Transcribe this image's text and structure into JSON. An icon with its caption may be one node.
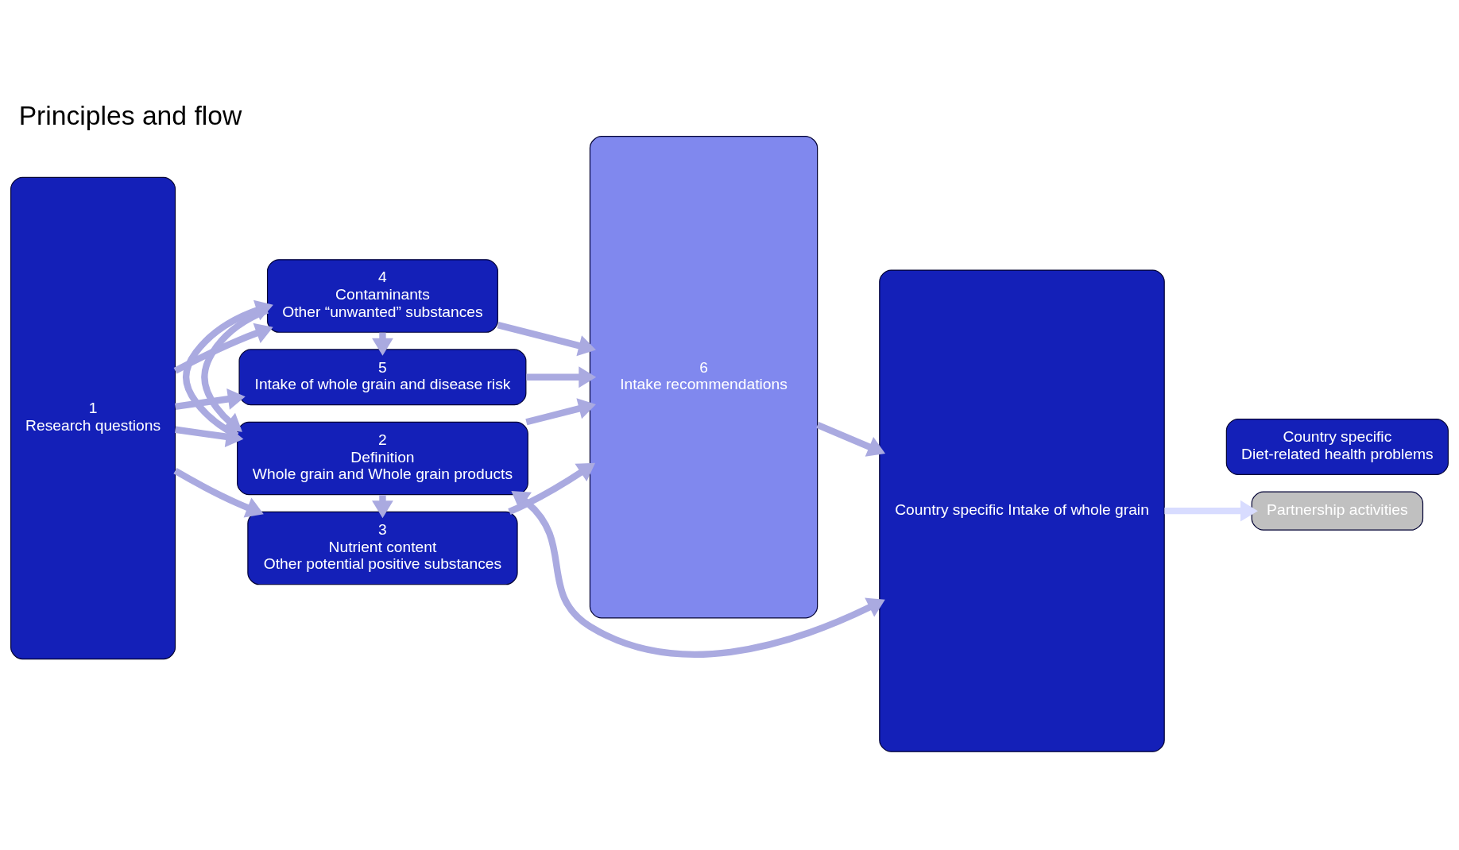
{
  "diagram": {
    "title": "Principles and flow",
    "nodes": [
      {
        "text": [
          "1",
          "Research questions"
        ]
      },
      {
        "text": [
          "2",
          "Definition",
          "Whole grain and Whole grain products"
        ]
      },
      {
        "text": [
          "3",
          "Nutrient content",
          "Other potential positive substances"
        ]
      },
      {
        "text": [
          "4",
          "Contaminants",
          "Other “unwanted” substances"
        ]
      },
      {
        "text": [
          "5",
          "Intake of whole grain and disease risk"
        ]
      },
      {
        "text": [
          "6",
          "Intake recommendations"
        ]
      },
      {
        "text": [
          "Country specific Intake of whole grain"
        ]
      },
      {
        "text": [
          "Country specific",
          "Diet-related health problems"
        ]
      },
      {
        "text": [
          "Partnership activities"
        ]
      }
    ],
    "edges": [
      {
        "from": 0,
        "to": 1,
        "arrow": "to"
      },
      {
        "from": 0,
        "to": 2,
        "arrow": "to"
      },
      {
        "from": 0,
        "to": 3,
        "arrow": "to"
      },
      {
        "from": 0,
        "to": 4,
        "arrow": "to"
      },
      {
        "from": 1,
        "to": 5,
        "arrow": "to"
      },
      {
        "from": 1,
        "to": 6,
        "arrow": "both"
      },
      {
        "from": 3,
        "to": 1,
        "arrow": "to"
      },
      {
        "from": 1,
        "to": 2,
        "arrow": "to"
      },
      {
        "from": 1,
        "to": 3,
        "arrow": "to"
      },
      {
        "from": 3,
        "to": 4,
        "arrow": "to"
      },
      {
        "from": 2,
        "to": 5,
        "arrow": "to"
      },
      {
        "from": 3,
        "to": 5,
        "arrow": "to"
      },
      {
        "from": 4,
        "to": 5,
        "arrow": "to"
      },
      {
        "from": 5,
        "to": 6,
        "arrow": "to"
      },
      {
        "from": 6,
        "to": 8,
        "arrow": "to",
        "color": "#d8dcff"
      }
    ]
  }
}
